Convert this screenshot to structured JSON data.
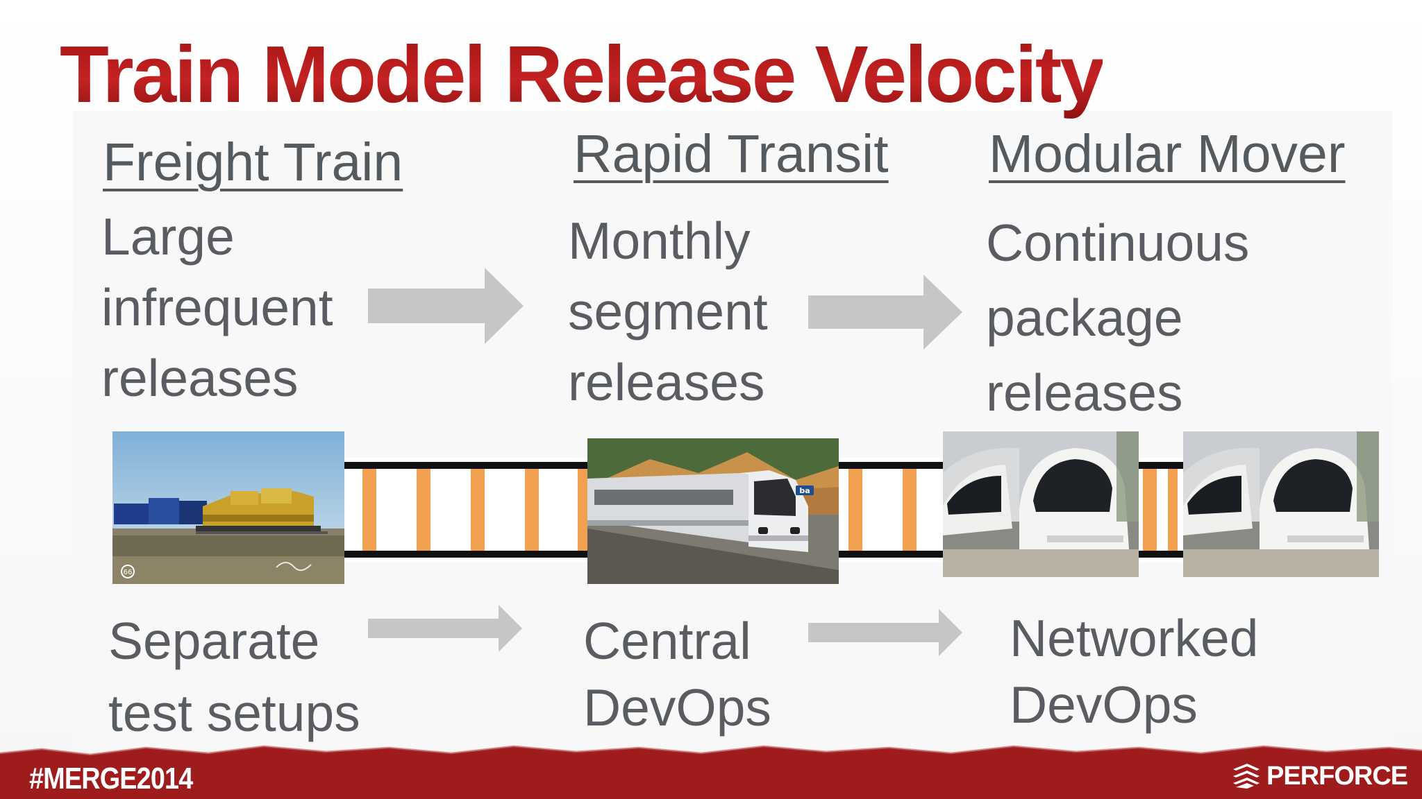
{
  "slide": {
    "title": "Train Model Release Velocity",
    "columns": [
      {
        "heading": "Freight Train",
        "release_lines": [
          "Large",
          "infrequent",
          "releases"
        ],
        "devops_lines": [
          "Separate",
          "test setups"
        ]
      },
      {
        "heading": "Rapid Transit",
        "release_lines": [
          "Monthly",
          "segment",
          "releases"
        ],
        "devops_lines": [
          "Central",
          "DevOps"
        ]
      },
      {
        "heading": "Modular Mover",
        "release_lines": [
          "Continuous",
          "package",
          "releases"
        ],
        "devops_lines": [
          "Networked",
          "DevOps"
        ]
      }
    ],
    "photos": [
      {
        "icon": "freight-train-photo",
        "watermark": "66"
      },
      {
        "icon": "bart-train-photo",
        "logo": "ba"
      },
      {
        "icon": "pod-car-photo"
      },
      {
        "icon": "pod-car-photo"
      }
    ]
  },
  "footer": {
    "hashtag": "#MERGE2014",
    "brand": "PERFORCE"
  },
  "colors": {
    "title_red": "#b01818",
    "text_gray": "#595d61",
    "arrow_gray": "#c4c6c8",
    "track_orange": "#f0a050",
    "footer_red": "#9e1c1c"
  }
}
